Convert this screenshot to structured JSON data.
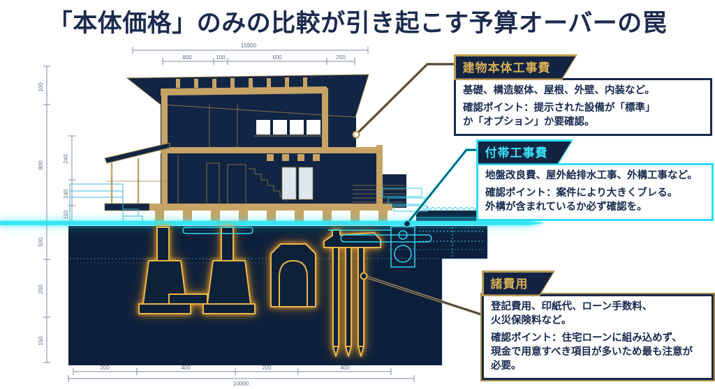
{
  "title": "「本体価格」のみの比較が引き起こす予算オーバーの罠",
  "callouts": [
    {
      "header": "建物本体工事費",
      "body": [
        "基礎、構造躯体、屋根、外壁、内装など。",
        "確認ポイント：提示された設備が「標準」\nか「オプション」か要確認。"
      ],
      "accent": "#bf9c55"
    },
    {
      "header": "付帯工事費",
      "body": [
        "地盤改良費、屋外給排水工事、外構工事など。",
        "確認ポイント：案件により大きくブレる。\n外構が含まれているか必ず確認を。"
      ],
      "accent": "#2fdcf3"
    },
    {
      "header": "諸費用",
      "body": [
        "登記費用、印紙代、ローン手数料、\n火災保険料など。",
        "確認ポイント：住宅ローンに組み込めず、\n現金で用意すべき項目が多いため最も注意が\n必要。"
      ],
      "accent": "#bf9c55"
    }
  ],
  "diagram": {
    "dimensions": {
      "top_overall": "15900",
      "top": [
        "800",
        "100",
        "600",
        "250"
      ],
      "left": [
        "100",
        "900",
        "240",
        "140",
        "110",
        "500",
        "200",
        "150"
      ],
      "bottom": [
        "200",
        "400",
        "200",
        "400"
      ],
      "bottom_overall": "10000"
    },
    "colors": {
      "house_navy": "#112544",
      "ground_navy": "#0c1f3b",
      "gold": "#c7a365",
      "glow_orange": "#f09d28",
      "cyan": "#2fdcf3",
      "title_navy": "#1b2b4e"
    }
  }
}
